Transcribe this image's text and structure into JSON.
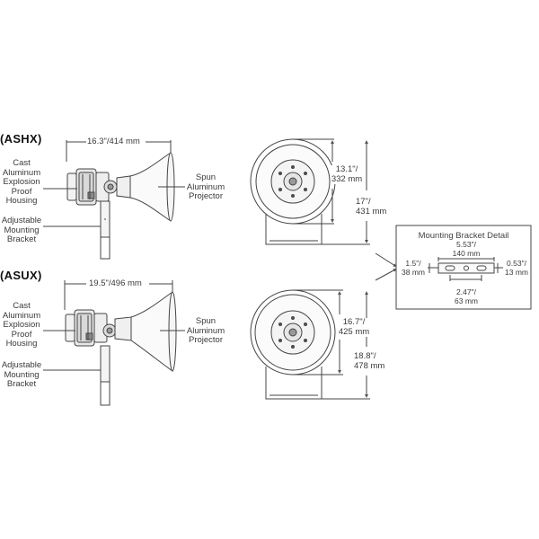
{
  "models": [
    {
      "name": "(ASHX)",
      "length": "16.3\"/414 mm",
      "housing": [
        "Cast",
        "Aluminum",
        "Explosion",
        "Proof",
        "Housing"
      ],
      "bracket": [
        "Adjustable",
        "Mounting",
        "Bracket"
      ],
      "projector": [
        "Spun",
        "Aluminum",
        "Projector"
      ],
      "diameter": [
        "13.1\"/",
        "332 mm"
      ],
      "height": [
        "17\"/",
        "431 mm"
      ]
    },
    {
      "name": "(ASUX)",
      "length": "19.5\"/496 mm",
      "housing": [
        "Cast",
        "Aluminum",
        "Explosion",
        "Proof",
        "Housing"
      ],
      "bracket": [
        "Adjustable",
        "Mounting",
        "Bracket"
      ],
      "projector": [
        "Spun",
        "Aluminum",
        "Projector"
      ],
      "diameter": [
        "16.7\"/",
        "425 mm"
      ],
      "height": [
        "18.8\"/",
        "478 mm"
      ]
    }
  ],
  "bracket_detail": {
    "title": "Mounting Bracket Detail",
    "width": [
      "5.53\"/",
      "140 mm"
    ],
    "left": [
      "1.5\"/",
      "38 mm"
    ],
    "right": [
      "0.53\"/",
      "13 mm"
    ],
    "spacing": [
      "2.47\"/",
      "63 mm"
    ]
  }
}
